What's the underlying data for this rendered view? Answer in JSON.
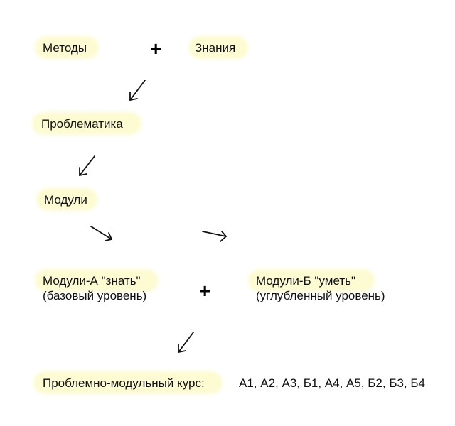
{
  "nodes": {
    "methods": "Методы",
    "knowledge": "Знания",
    "problematics": "Проблематика",
    "modules": "Модули",
    "modules_a_title": "Модули-А \"знать\"",
    "modules_a_sub": "(базовый уровень)",
    "modules_b_title": "Модули-Б \"уметь\"",
    "modules_b_sub": "(углубленный уровень)",
    "course_label": "Проблемно-модульный курс:",
    "course_list": "А1, А2, А3, Б1, А4, А5, Б2, Б3, Б4"
  },
  "operators": {
    "plus_top": "+",
    "plus_bottom": "+"
  },
  "colors": {
    "highlight": "#fdfbd2",
    "text": "#111111"
  }
}
